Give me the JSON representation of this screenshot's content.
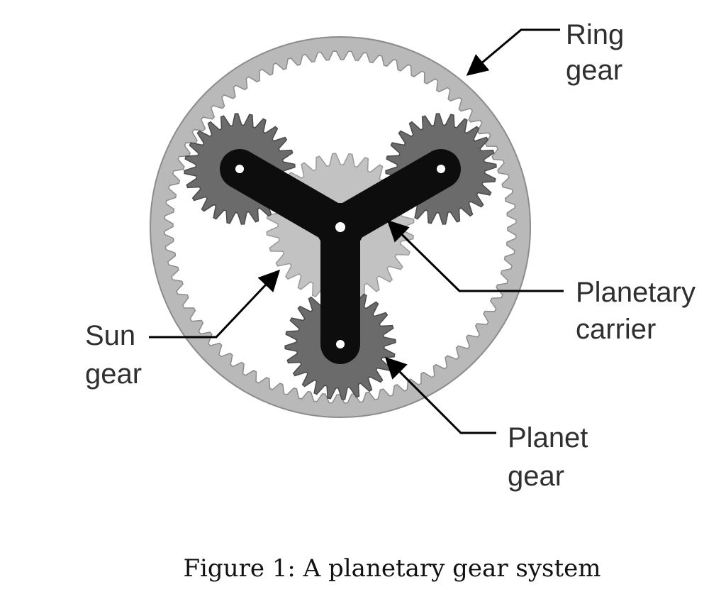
{
  "labels": {
    "ring_gear": [
      "Ring",
      "gear"
    ],
    "planetary_carrier": [
      "Planetary",
      "carrier"
    ],
    "sun_gear": [
      "Sun",
      "gear"
    ],
    "planet_gear": [
      "Planet",
      "gear"
    ]
  },
  "caption": "Figure 1: A planetary gear system",
  "colors": {
    "ring_gear": "#b9b9b9",
    "ring_outline": "#8c8c8c",
    "sun_gear": "#c2c2c2",
    "planet_gear": "#6b6b6b",
    "carrier": "#0d0d0d",
    "arrow": "#000000",
    "background": "#ffffff"
  },
  "gears": {
    "ring_teeth": 72,
    "sun_teeth": 28,
    "planet_teeth": 24
  }
}
